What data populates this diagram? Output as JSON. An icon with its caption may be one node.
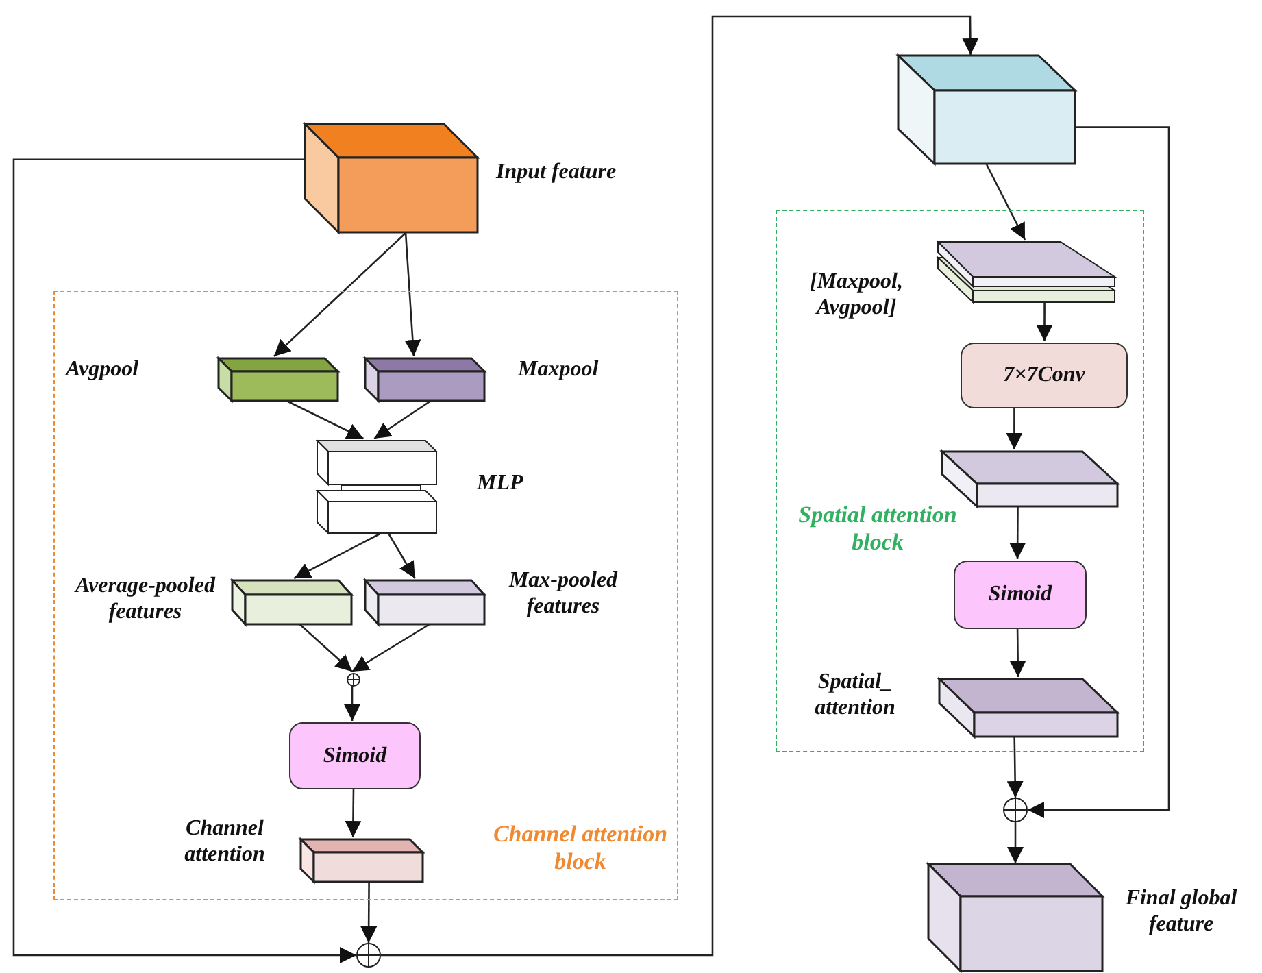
{
  "diagram": {
    "nodes": [
      {
        "text": [
          "Channel attention block"
        ]
      },
      {
        "text": [],
        "shape": "box",
        "beside": [
          "Input feature"
        ]
      },
      {
        "text": [],
        "shape": "box",
        "in": 0,
        "beside": [
          "Avgpool"
        ]
      },
      {
        "text": [],
        "shape": "box",
        "in": 0,
        "beside": [
          "Maxpool"
        ]
      },
      {
        "text": [],
        "shape": "box",
        "in": 0,
        "beside": [
          "MLP"
        ]
      },
      {
        "text": [],
        "shape": "box",
        "in": 0,
        "beside": [
          "Average-pooled features"
        ]
      },
      {
        "text": [],
        "shape": "box",
        "in": 0,
        "beside": [
          "Max-pooled features"
        ]
      },
      {
        "text": [],
        "shape": "circle",
        "in": 0
      },
      {
        "text": [
          "Simoid"
        ],
        "in": 0
      },
      {
        "text": [],
        "shape": "box",
        "in": 0,
        "beside": [
          "Channel attention"
        ]
      },
      {
        "text": [],
        "shape": "circle"
      },
      {
        "text": [],
        "shape": "box"
      },
      {
        "text": [
          "Spatial attention block"
        ]
      },
      {
        "text": [],
        "shape": "box",
        "in": 12,
        "beside": [
          "[Maxpool, Avgpool]"
        ]
      },
      {
        "text": [
          "7×7Conv"
        ],
        "in": 12
      },
      {
        "text": [],
        "shape": "box",
        "in": 12
      },
      {
        "text": [
          "Simoid"
        ],
        "in": 12
      },
      {
        "text": [],
        "shape": "box",
        "in": 12,
        "beside": [
          "Spatial_ attention"
        ]
      },
      {
        "text": [],
        "shape": "circle"
      },
      {
        "text": [],
        "shape": "box",
        "beside": [
          "Final global feature"
        ]
      }
    ],
    "edges": [
      {
        "from": 1,
        "to": 2,
        "arrow": "to"
      },
      {
        "from": 1,
        "to": 3,
        "arrow": "to"
      },
      {
        "from": 2,
        "to": 4,
        "arrow": "to"
      },
      {
        "from": 3,
        "to": 4,
        "arrow": "to"
      },
      {
        "from": 4,
        "to": 5,
        "arrow": "to"
      },
      {
        "from": 4,
        "to": 6,
        "arrow": "to"
      },
      {
        "from": 5,
        "to": 7,
        "arrow": "to"
      },
      {
        "from": 6,
        "to": 7,
        "arrow": "to"
      },
      {
        "from": 7,
        "to": 8,
        "arrow": "to"
      },
      {
        "from": 8,
        "to": 9,
        "arrow": "to"
      },
      {
        "from": 9,
        "to": 10,
        "arrow": "to"
      },
      {
        "from": 1,
        "to": 10,
        "arrow": "to"
      },
      {
        "from": 10,
        "to": 11,
        "arrow": "to"
      },
      {
        "from": 11,
        "to": 13,
        "arrow": "to"
      },
      {
        "from": 13,
        "to": 14,
        "arrow": "to"
      },
      {
        "from": 14,
        "to": 15,
        "arrow": "to"
      },
      {
        "from": 15,
        "to": 16,
        "arrow": "to"
      },
      {
        "from": 16,
        "to": 17,
        "arrow": "to"
      },
      {
        "from": 17,
        "to": 18,
        "arrow": "to"
      },
      {
        "from": 11,
        "to": 18,
        "arrow": "to"
      },
      {
        "from": 18,
        "to": 19,
        "arrow": "to"
      }
    ]
  }
}
